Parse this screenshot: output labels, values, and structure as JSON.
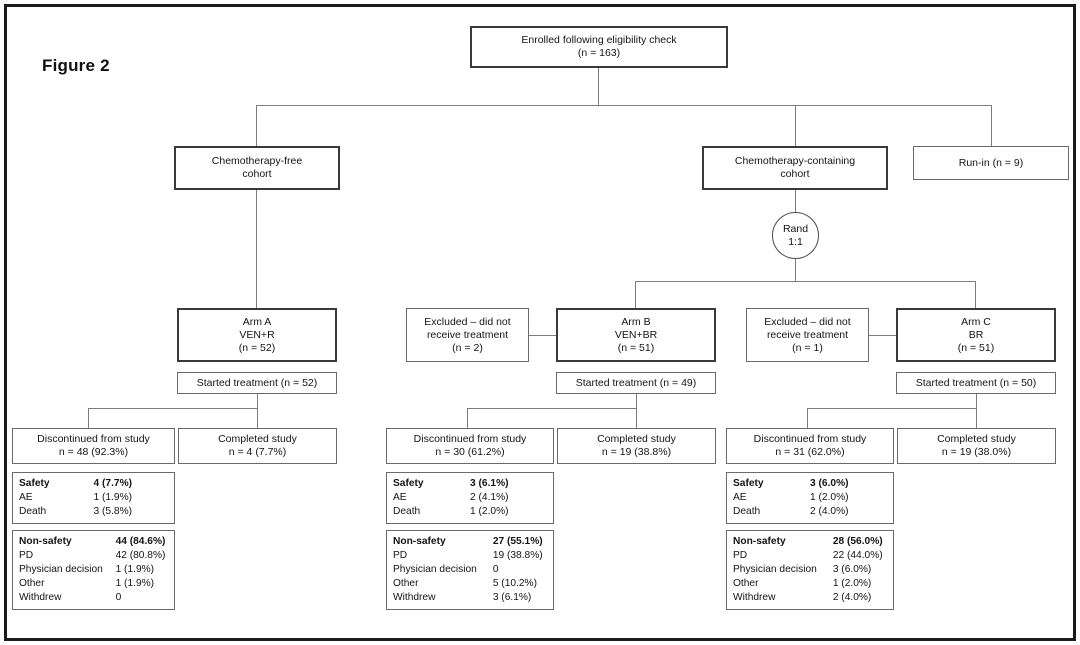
{
  "figure": {
    "title": "Figure 2"
  },
  "flow": {
    "enrolled": {
      "line1": "Enrolled following eligibility check",
      "line2": "(n = 163)"
    },
    "cohorts": [
      {
        "name": "chemo-free-cohort",
        "line1": "Chemotherapy-free",
        "line2": "cohort"
      },
      {
        "name": "chemo-containing-cohort",
        "line1": "Chemotherapy-containing",
        "line2": "cohort"
      },
      {
        "name": "run-in",
        "line1": "Run-in (n = 9)",
        "line2": ""
      }
    ],
    "randomization": {
      "line1": "Rand",
      "line2": "1:1"
    },
    "arms": [
      {
        "name": "arm-a",
        "line1": "Arm A",
        "line2": "VEN+R",
        "line3": "(n = 52)",
        "started": "Started treatment (n = 52)"
      },
      {
        "name": "arm-b",
        "line1": "Arm B",
        "line2": "VEN+BR",
        "line3": "(n = 51)",
        "started": "Started treatment (n = 49)"
      },
      {
        "name": "arm-c",
        "line1": "Arm C",
        "line2": "BR",
        "line3": "(n = 51)",
        "started": "Started treatment (n = 50)"
      }
    ],
    "excluded": [
      {
        "name": "excluded-arm-b",
        "line1": "Excluded – did not",
        "line2": "receive treatment",
        "line3": "(n = 2)"
      },
      {
        "name": "excluded-arm-c",
        "line1": "Excluded – did not",
        "line2": "receive treatment",
        "line3": "(n = 1)"
      }
    ],
    "outcomes": [
      {
        "name": "arm-a",
        "discontinued": {
          "line1": "Discontinued from study",
          "line2": "n = 48 (92.3%)"
        },
        "completed": {
          "line1": "Completed study",
          "line2": "n = 4 (7.7%)"
        },
        "safety": [
          {
            "label": "Safety",
            "value": "4 (7.7%)",
            "bold": true
          },
          {
            "label": "AE",
            "value": "1 (1.9%)",
            "bold": false
          },
          {
            "label": "Death",
            "value": "3 (5.8%)",
            "bold": false
          }
        ],
        "nonsafety": [
          {
            "label": "Non-safety",
            "value": "44 (84.6%)",
            "bold": true
          },
          {
            "label": "PD",
            "value": "42 (80.8%)",
            "bold": false
          },
          {
            "label": "Physician decision",
            "value": "1 (1.9%)",
            "bold": false
          },
          {
            "label": "Other",
            "value": "1 (1.9%)",
            "bold": false
          },
          {
            "label": "Withdrew",
            "value": "0",
            "bold": false
          }
        ]
      },
      {
        "name": "arm-b",
        "discontinued": {
          "line1": "Discontinued from study",
          "line2": "n = 30 (61.2%)"
        },
        "completed": {
          "line1": "Completed study",
          "line2": "n = 19 (38.8%)"
        },
        "safety": [
          {
            "label": "Safety",
            "value": "3 (6.1%)",
            "bold": true
          },
          {
            "label": "AE",
            "value": "2 (4.1%)",
            "bold": false
          },
          {
            "label": "Death",
            "value": "1 (2.0%)",
            "bold": false
          }
        ],
        "nonsafety": [
          {
            "label": "Non-safety",
            "value": "27 (55.1%)",
            "bold": true
          },
          {
            "label": "PD",
            "value": "19 (38.8%)",
            "bold": false
          },
          {
            "label": "Physician decision",
            "value": "0",
            "bold": false
          },
          {
            "label": "Other",
            "value": "5 (10.2%)",
            "bold": false
          },
          {
            "label": "Withdrew",
            "value": "3 (6.1%)",
            "bold": false
          }
        ]
      },
      {
        "name": "arm-c",
        "discontinued": {
          "line1": "Discontinued from study",
          "line2": "n = 31 (62.0%)"
        },
        "completed": {
          "line1": "Completed study",
          "line2": "n = 19 (38.0%)"
        },
        "safety": [
          {
            "label": "Safety",
            "value": "3 (6.0%)",
            "bold": true
          },
          {
            "label": "AE",
            "value": "1 (2.0%)",
            "bold": false
          },
          {
            "label": "Death",
            "value": "2 (4.0%)",
            "bold": false
          }
        ],
        "nonsafety": [
          {
            "label": "Non-safety",
            "value": "28 (56.0%)",
            "bold": true
          },
          {
            "label": "PD",
            "value": "22 (44.0%)",
            "bold": false
          },
          {
            "label": "Physician decision",
            "value": "3 (6.0%)",
            "bold": false
          },
          {
            "label": "Other",
            "value": "1 (2.0%)",
            "bold": false
          },
          {
            "label": "Withdrew",
            "value": "2 (4.0%)",
            "bold": false
          }
        ]
      }
    ]
  },
  "colors": {
    "frame": "#1b1b1b",
    "box_border": "#6a6a6a",
    "box_border_thick": "#3a3a3a",
    "connector": "#7d7d7d",
    "text": "#141414",
    "background": "#ffffff"
  }
}
